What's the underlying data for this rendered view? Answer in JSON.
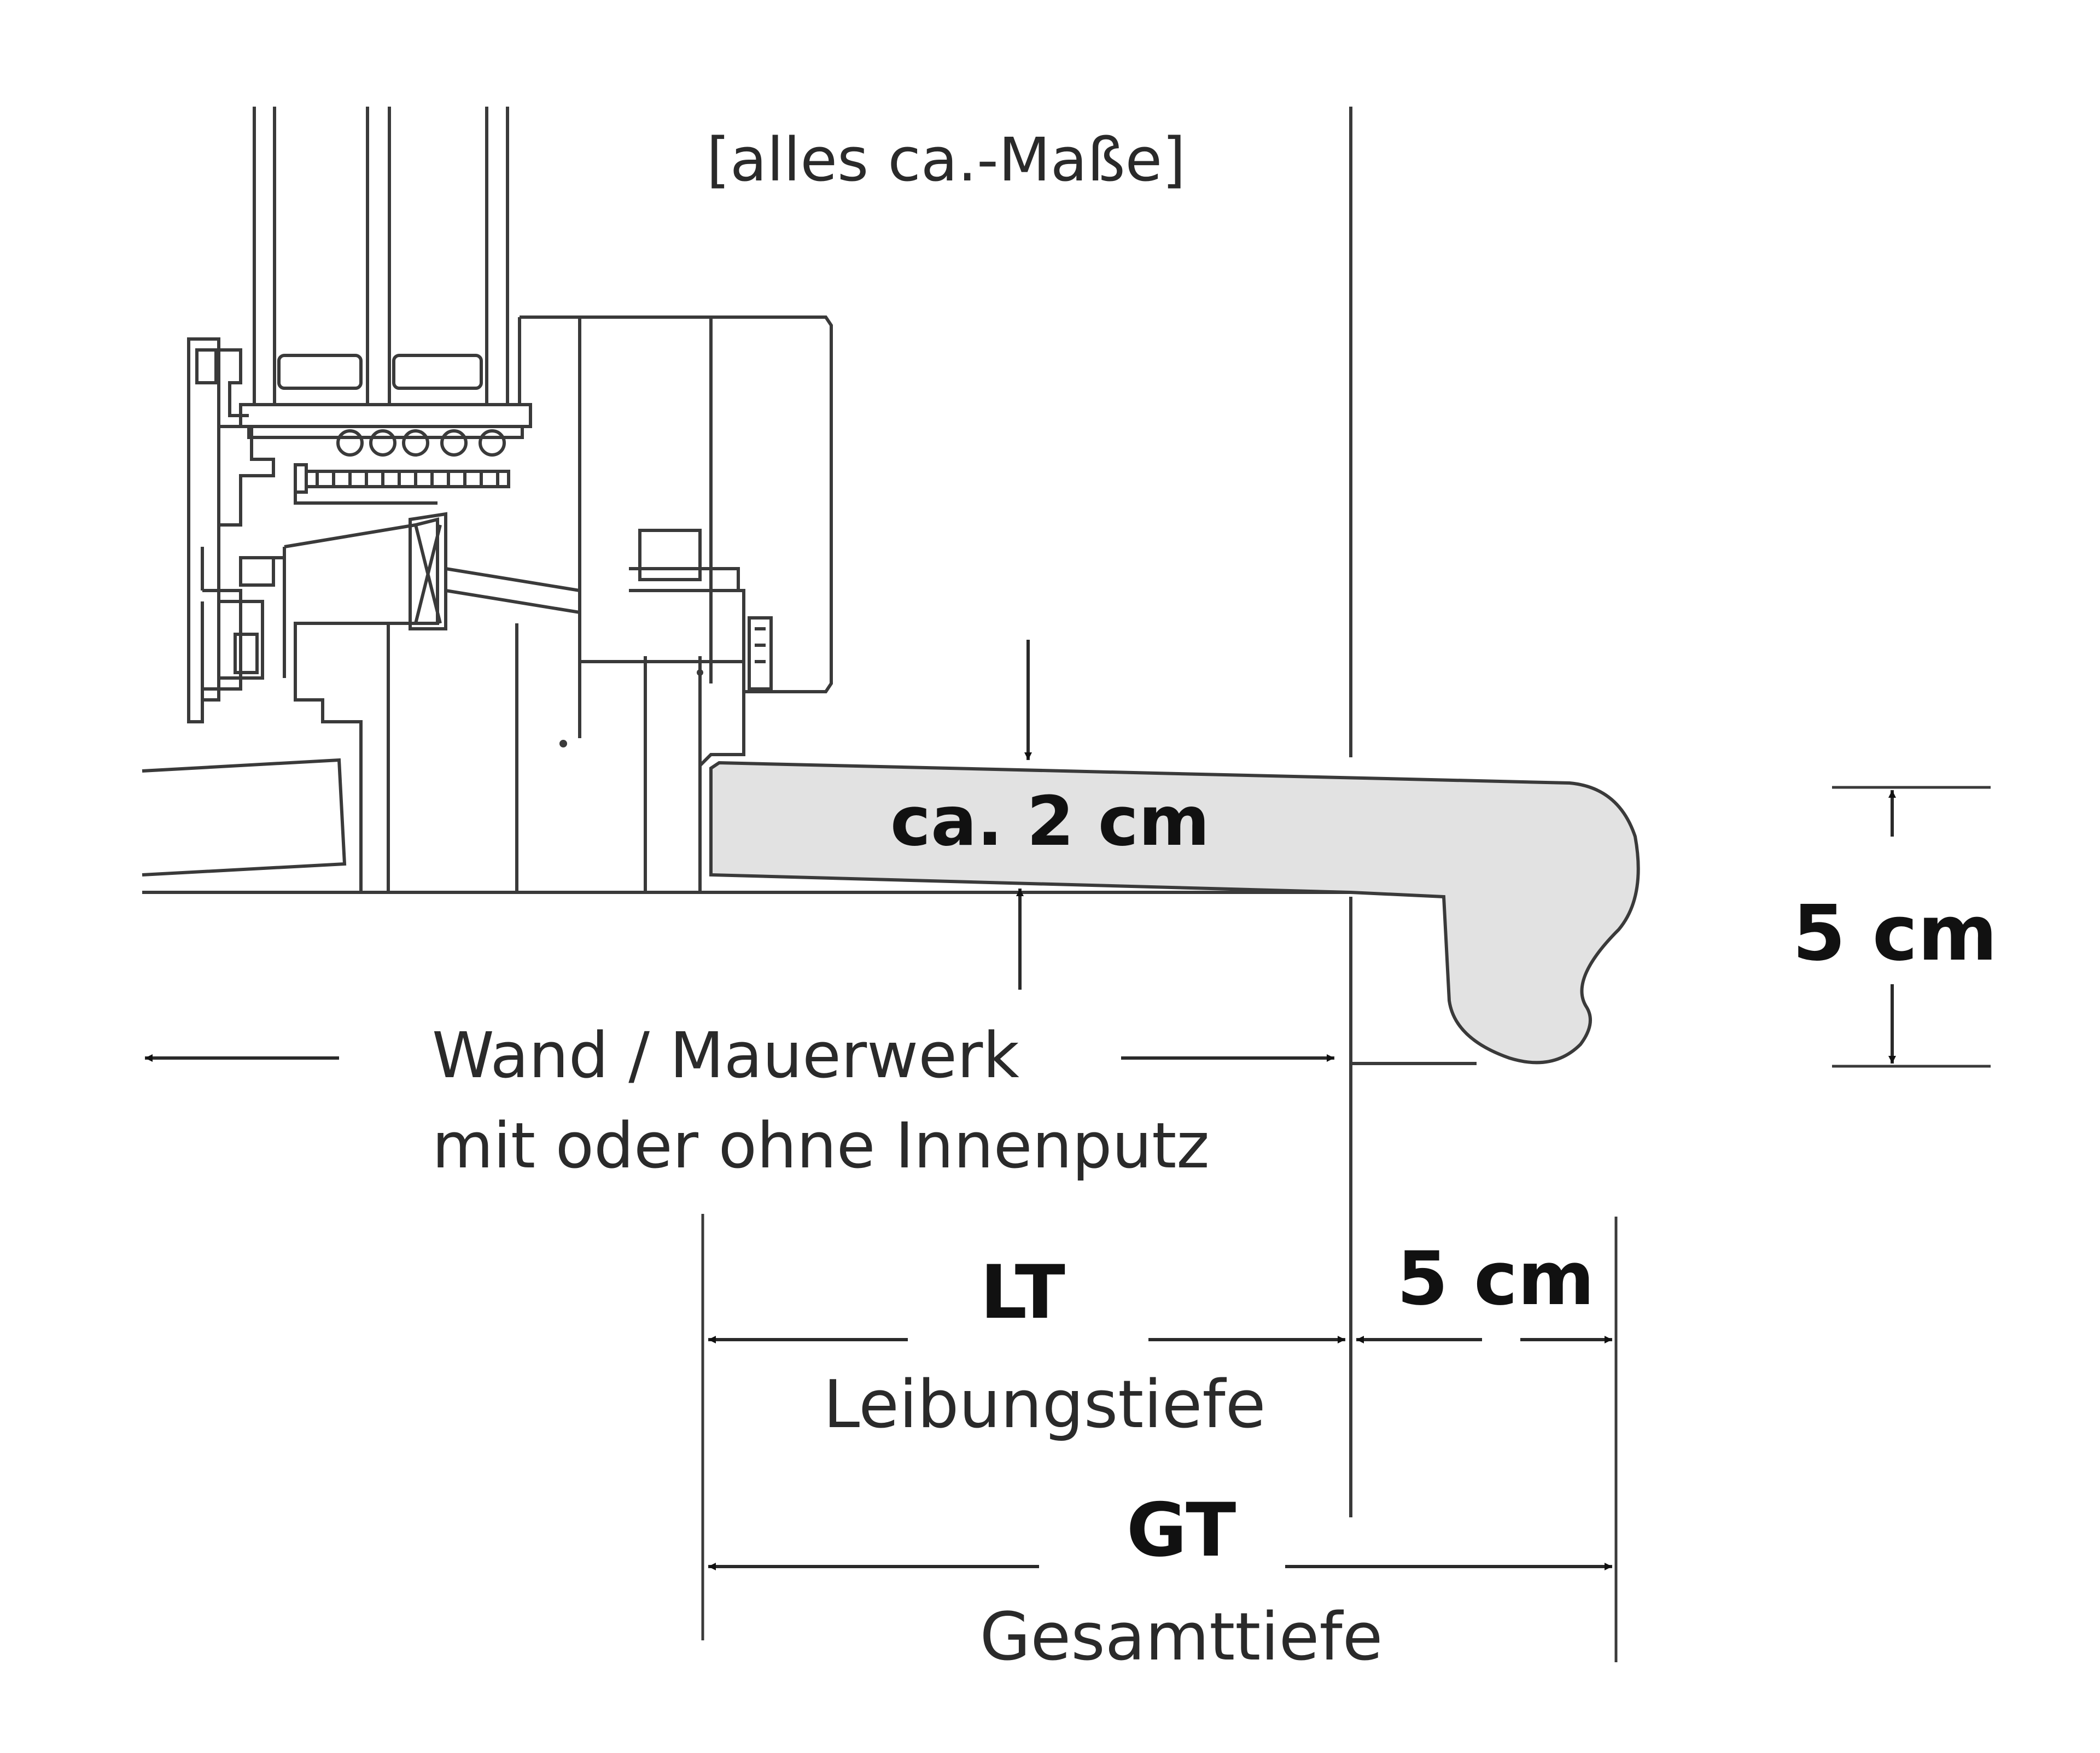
{
  "note": "[alles ca.-Maße]",
  "thickness_label": "ca. 2 cm",
  "height_label": "5 cm",
  "wall_label_line1": "Wand / Mauerwerk",
  "wall_label_line2": "mit oder ohne Innenputz",
  "overhang_label": "5 cm",
  "lt": {
    "abbr": "LT",
    "name": "Leibungstiefe"
  },
  "gt": {
    "abbr": "GT",
    "name": "Gesamttiefe"
  },
  "colors": {
    "sill_fill": "#e2e2e2",
    "line": "#3a3a3a",
    "text": "#2a2a2a"
  }
}
